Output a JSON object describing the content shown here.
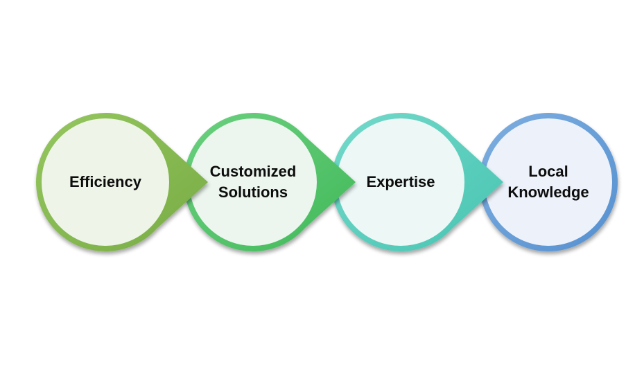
{
  "diagram": {
    "nodes": [
      {
        "label": "Efficiency",
        "ring_color": "#78ac44",
        "ring_light": "#95c65f",
        "fill_color": "#eef5e8"
      },
      {
        "label": "Customized\nSolutions",
        "ring_color": "#42b95a",
        "ring_light": "#6bd07f",
        "fill_color": "#ecf6ee"
      },
      {
        "label": "Expertise",
        "ring_color": "#47c4b2",
        "ring_light": "#74d9ca",
        "fill_color": "#edf7f6"
      },
      {
        "label": "Local\nKnowledge",
        "ring_color": "#5590d0",
        "ring_light": "#7eaee0",
        "fill_color": "#edf2fa"
      }
    ]
  }
}
